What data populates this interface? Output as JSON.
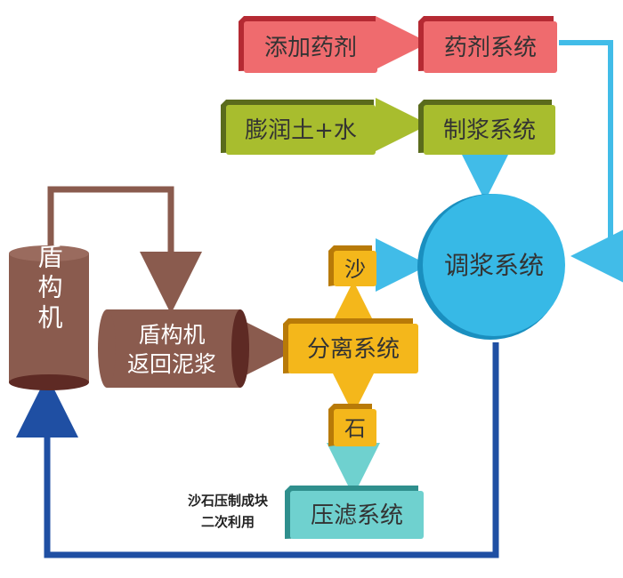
{
  "nodes": {
    "additive": "添加药剂",
    "agent_system": "药剂系统",
    "soil_water": "膨润土+水",
    "slurry_make": "制浆系统",
    "mixing": "调浆系统",
    "shield_machine": "盾构机",
    "return_slurry": [
      "盾构机",
      "返回泥浆"
    ],
    "separation": "分离系统",
    "sand": "沙",
    "stone": "石",
    "filter_press": "压滤系统"
  },
  "notes": {
    "reuse": [
      "沙石压制成块",
      "二次利用"
    ]
  },
  "colors": {
    "pink": "#ef6b6e",
    "green": "#a8bd2e",
    "blue_circle": "#37b9e6",
    "brown": "#8a5b4e",
    "yellow": "#f4b71b",
    "teal": "#6fd1cf",
    "navy": "#1f4fa3",
    "light_blue": "#41bce8"
  }
}
